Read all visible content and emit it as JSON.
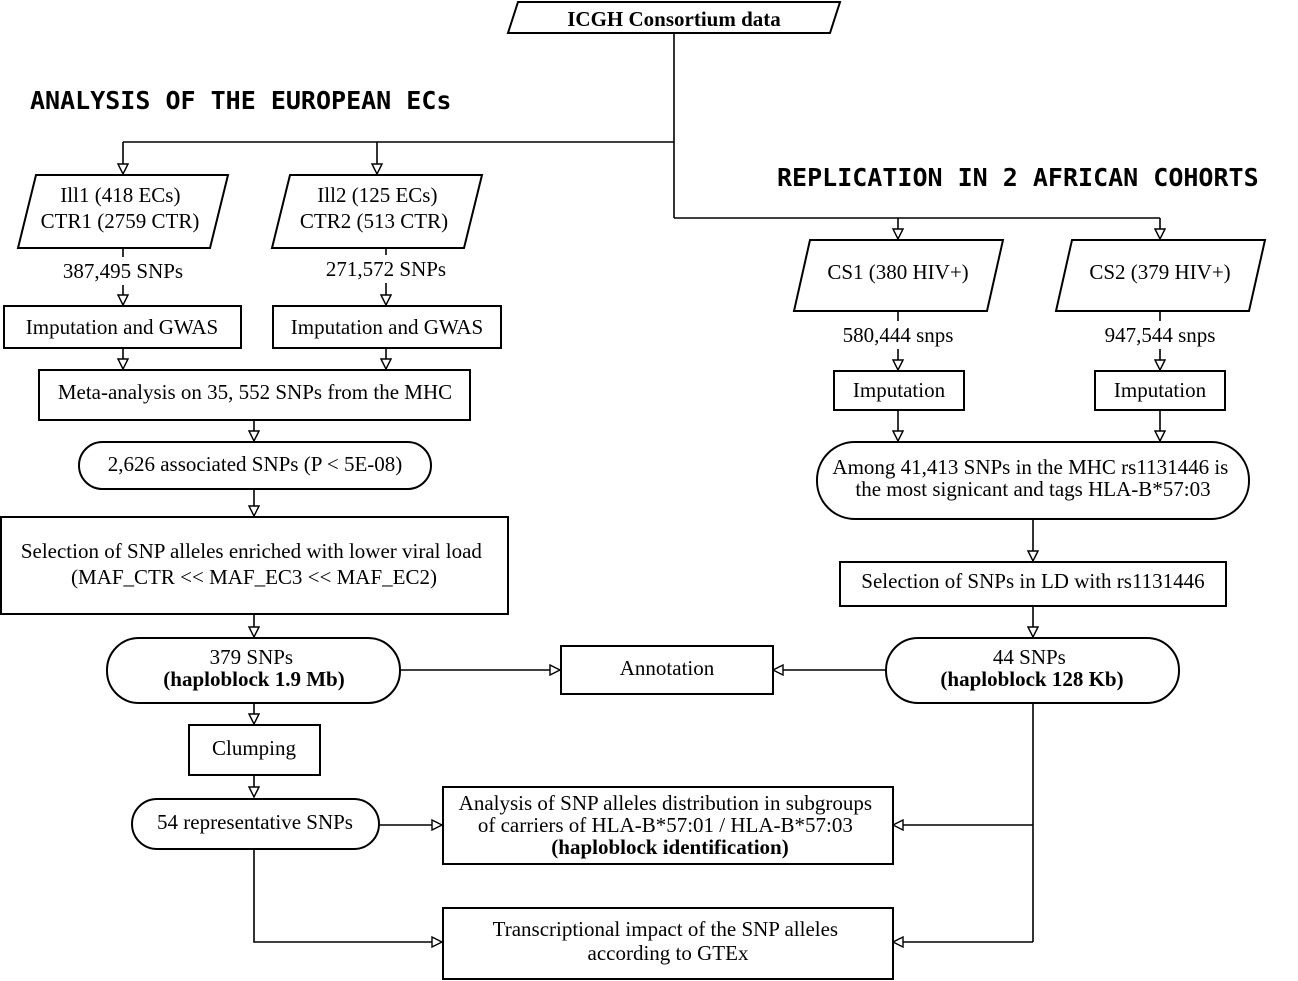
{
  "headings": {
    "european": "ANALYSIS OF THE EUROPEAN ECs",
    "african": "REPLICATION IN 2 AFRICAN COHORTS"
  },
  "nodes": {
    "consortium": [
      "ICGH Consortium data"
    ],
    "ill1": [
      "Ill1 (418 ECs)",
      "CTR1 (2759 CTR)"
    ],
    "ill2": [
      "Ill2 (125 ECs)",
      "CTR2 (513 CTR)"
    ],
    "cs1": [
      "CS1 (380 HIV+)"
    ],
    "cs2": [
      "CS2 (379 HIV+)"
    ],
    "gwas1": [
      "Imputation and GWAS"
    ],
    "gwas2": [
      "Imputation and GWAS"
    ],
    "imp1": [
      "Imputation"
    ],
    "imp2": [
      "Imputation"
    ],
    "meta": [
      "Meta-analysis on 35, 552 SNPs from the MHC"
    ],
    "assoc": [
      "2,626 associated SNPs (P < 5E-08)"
    ],
    "among": [
      "Among 41,413 SNPs in the MHC rs1131446 is",
      "the most signicant and tags HLA-B*57:03"
    ],
    "selection": [
      "Selection of SNP alleles enriched with lower viral load",
      "(MAF_CTR << MAF_EC3 << MAF_EC2)"
    ],
    "sel_ld": [
      "Selection of SNPs in LD with rs1131446"
    ],
    "snps379": [
      "379 SNPs",
      "(haploblock 1.9 Mb)"
    ],
    "annotation": [
      "Annotation"
    ],
    "snps44": [
      "44 SNPs",
      "(haploblock 128 Kb)"
    ],
    "clumping": [
      "Clumping"
    ],
    "rep54": [
      "54 representative SNPs"
    ],
    "analysis": [
      "Analysis of SNP alleles distribution in subgroups",
      "of carriers of HLA-B*57:01 / HLA-B*57:03",
      "(haploblock identification)"
    ],
    "transcr": [
      "Transcriptional impact of the SNP alleles",
      "according to GTEx"
    ]
  },
  "edge_labels": {
    "ill1_snps": "387,495 SNPs",
    "ill2_snps": "271,572 SNPs",
    "cs1_snps": "580,444 snps",
    "cs2_snps": "947,544 snps"
  }
}
